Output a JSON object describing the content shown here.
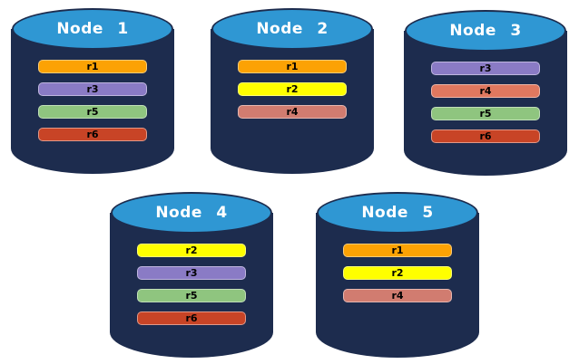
{
  "colors": {
    "cylinder_body": "#1D2C4E",
    "cylinder_top": "#2F97D3",
    "background": "#FFFFFF"
  },
  "nodes": [
    {
      "title": "Node 1",
      "bars": [
        {
          "label": "r1",
          "color": "#FCA204"
        },
        {
          "label": "r3",
          "color": "#8A7BC5"
        },
        {
          "label": "r5",
          "color": "#8FC57F"
        },
        {
          "label": "r6",
          "color": "#C84426"
        }
      ]
    },
    {
      "title": "Node 2",
      "bars": [
        {
          "label": "r1",
          "color": "#FCA204"
        },
        {
          "label": "r2",
          "color": "#FFFF00"
        },
        {
          "label": "r4",
          "color": "#D17C70"
        }
      ]
    },
    {
      "title": "Node 3",
      "bars": [
        {
          "label": "r3",
          "color": "#8A7BC5"
        },
        {
          "label": "r4",
          "color": "#E0785F"
        },
        {
          "label": "r5",
          "color": "#8FC57F"
        },
        {
          "label": "r6",
          "color": "#C84426"
        }
      ]
    },
    {
      "title": "Node 4",
      "bars": [
        {
          "label": "r2",
          "color": "#FFFF00"
        },
        {
          "label": "r3",
          "color": "#8A7BC5"
        },
        {
          "label": "r5",
          "color": "#8FC57F"
        },
        {
          "label": "r6",
          "color": "#C84426"
        }
      ]
    },
    {
      "title": "Node 5",
      "bars": [
        {
          "label": "r1",
          "color": "#FCA204"
        },
        {
          "label": "r2",
          "color": "#FFFF00"
        },
        {
          "label": "r4",
          "color": "#D17C70"
        }
      ]
    }
  ]
}
